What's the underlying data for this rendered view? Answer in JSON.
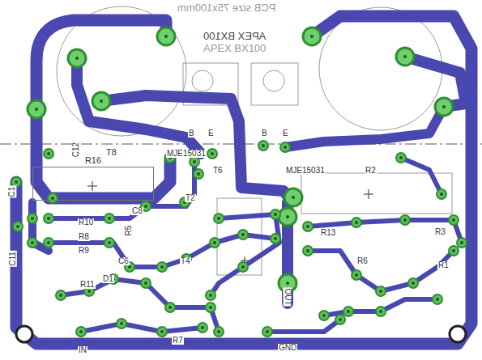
{
  "diagram": {
    "nodes": [
      {
        "text": [
          "R16"
        ]
      }
    ],
    "labels": [
      "PCB size 75x100mm",
      "APEX BX100",
      "APEX BX100",
      "C12",
      "T8",
      "MJE15031",
      "B",
      "E",
      "T6",
      "B",
      "E",
      "MJE15031",
      "R2",
      "R3",
      "R1",
      "R10",
      "R8",
      "R9",
      "R11",
      "C8",
      "C6",
      "R5",
      "T4",
      "R13",
      "OUT",
      "R7",
      "IN",
      "GND",
      "C11",
      "R6",
      "D1",
      "T2",
      "C1"
    ]
  }
}
